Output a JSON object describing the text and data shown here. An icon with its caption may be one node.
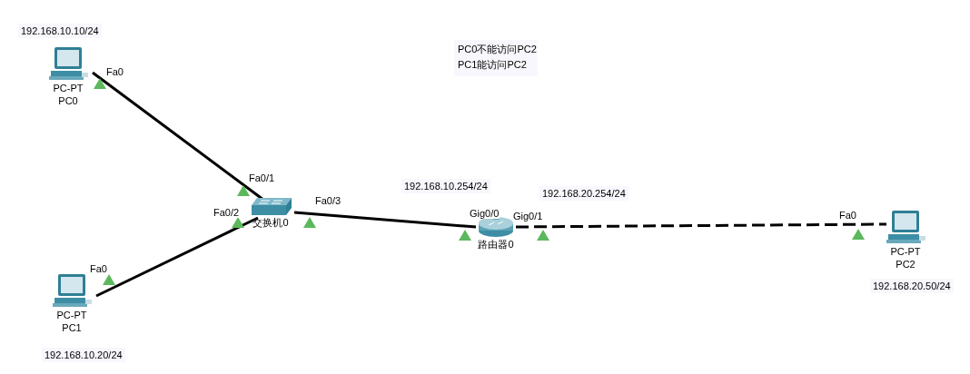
{
  "diagram": {
    "nodes": [
      {
        "text": [
          "PC-PT",
          "PC0"
        ],
        "beside": [
          "192.168.10.10/24"
        ]
      },
      {
        "text": [
          "PC-PT",
          "PC1"
        ],
        "beside": [
          "192.168.10.20/24"
        ]
      },
      {
        "text": [
          "交换机0"
        ]
      },
      {
        "text": [
          "路由器0"
        ],
        "beside": [
          "192.168.10.254/24",
          "192.168.20.254/24"
        ]
      },
      {
        "text": [
          "PC-PT",
          "PC2"
        ],
        "beside": [
          "192.168.20.50/24"
        ]
      }
    ],
    "edges": [
      {
        "from": 0,
        "to": 2,
        "arrow": "none"
      },
      {
        "from": 1,
        "to": 2,
        "arrow": "none"
      },
      {
        "from": 2,
        "to": 3,
        "arrow": "none"
      },
      {
        "from": 3,
        "to": 4,
        "arrow": "none",
        "style": "dashed"
      }
    ],
    "labels": [
      "PC0不能访问PC2",
      "PC1能访问PC2",
      "Fa0",
      "Fa0/1",
      "Fa0/2",
      "Fa0/3",
      "Fa0",
      "Gig0/0",
      "Gig0/1",
      "Fa0"
    ]
  }
}
